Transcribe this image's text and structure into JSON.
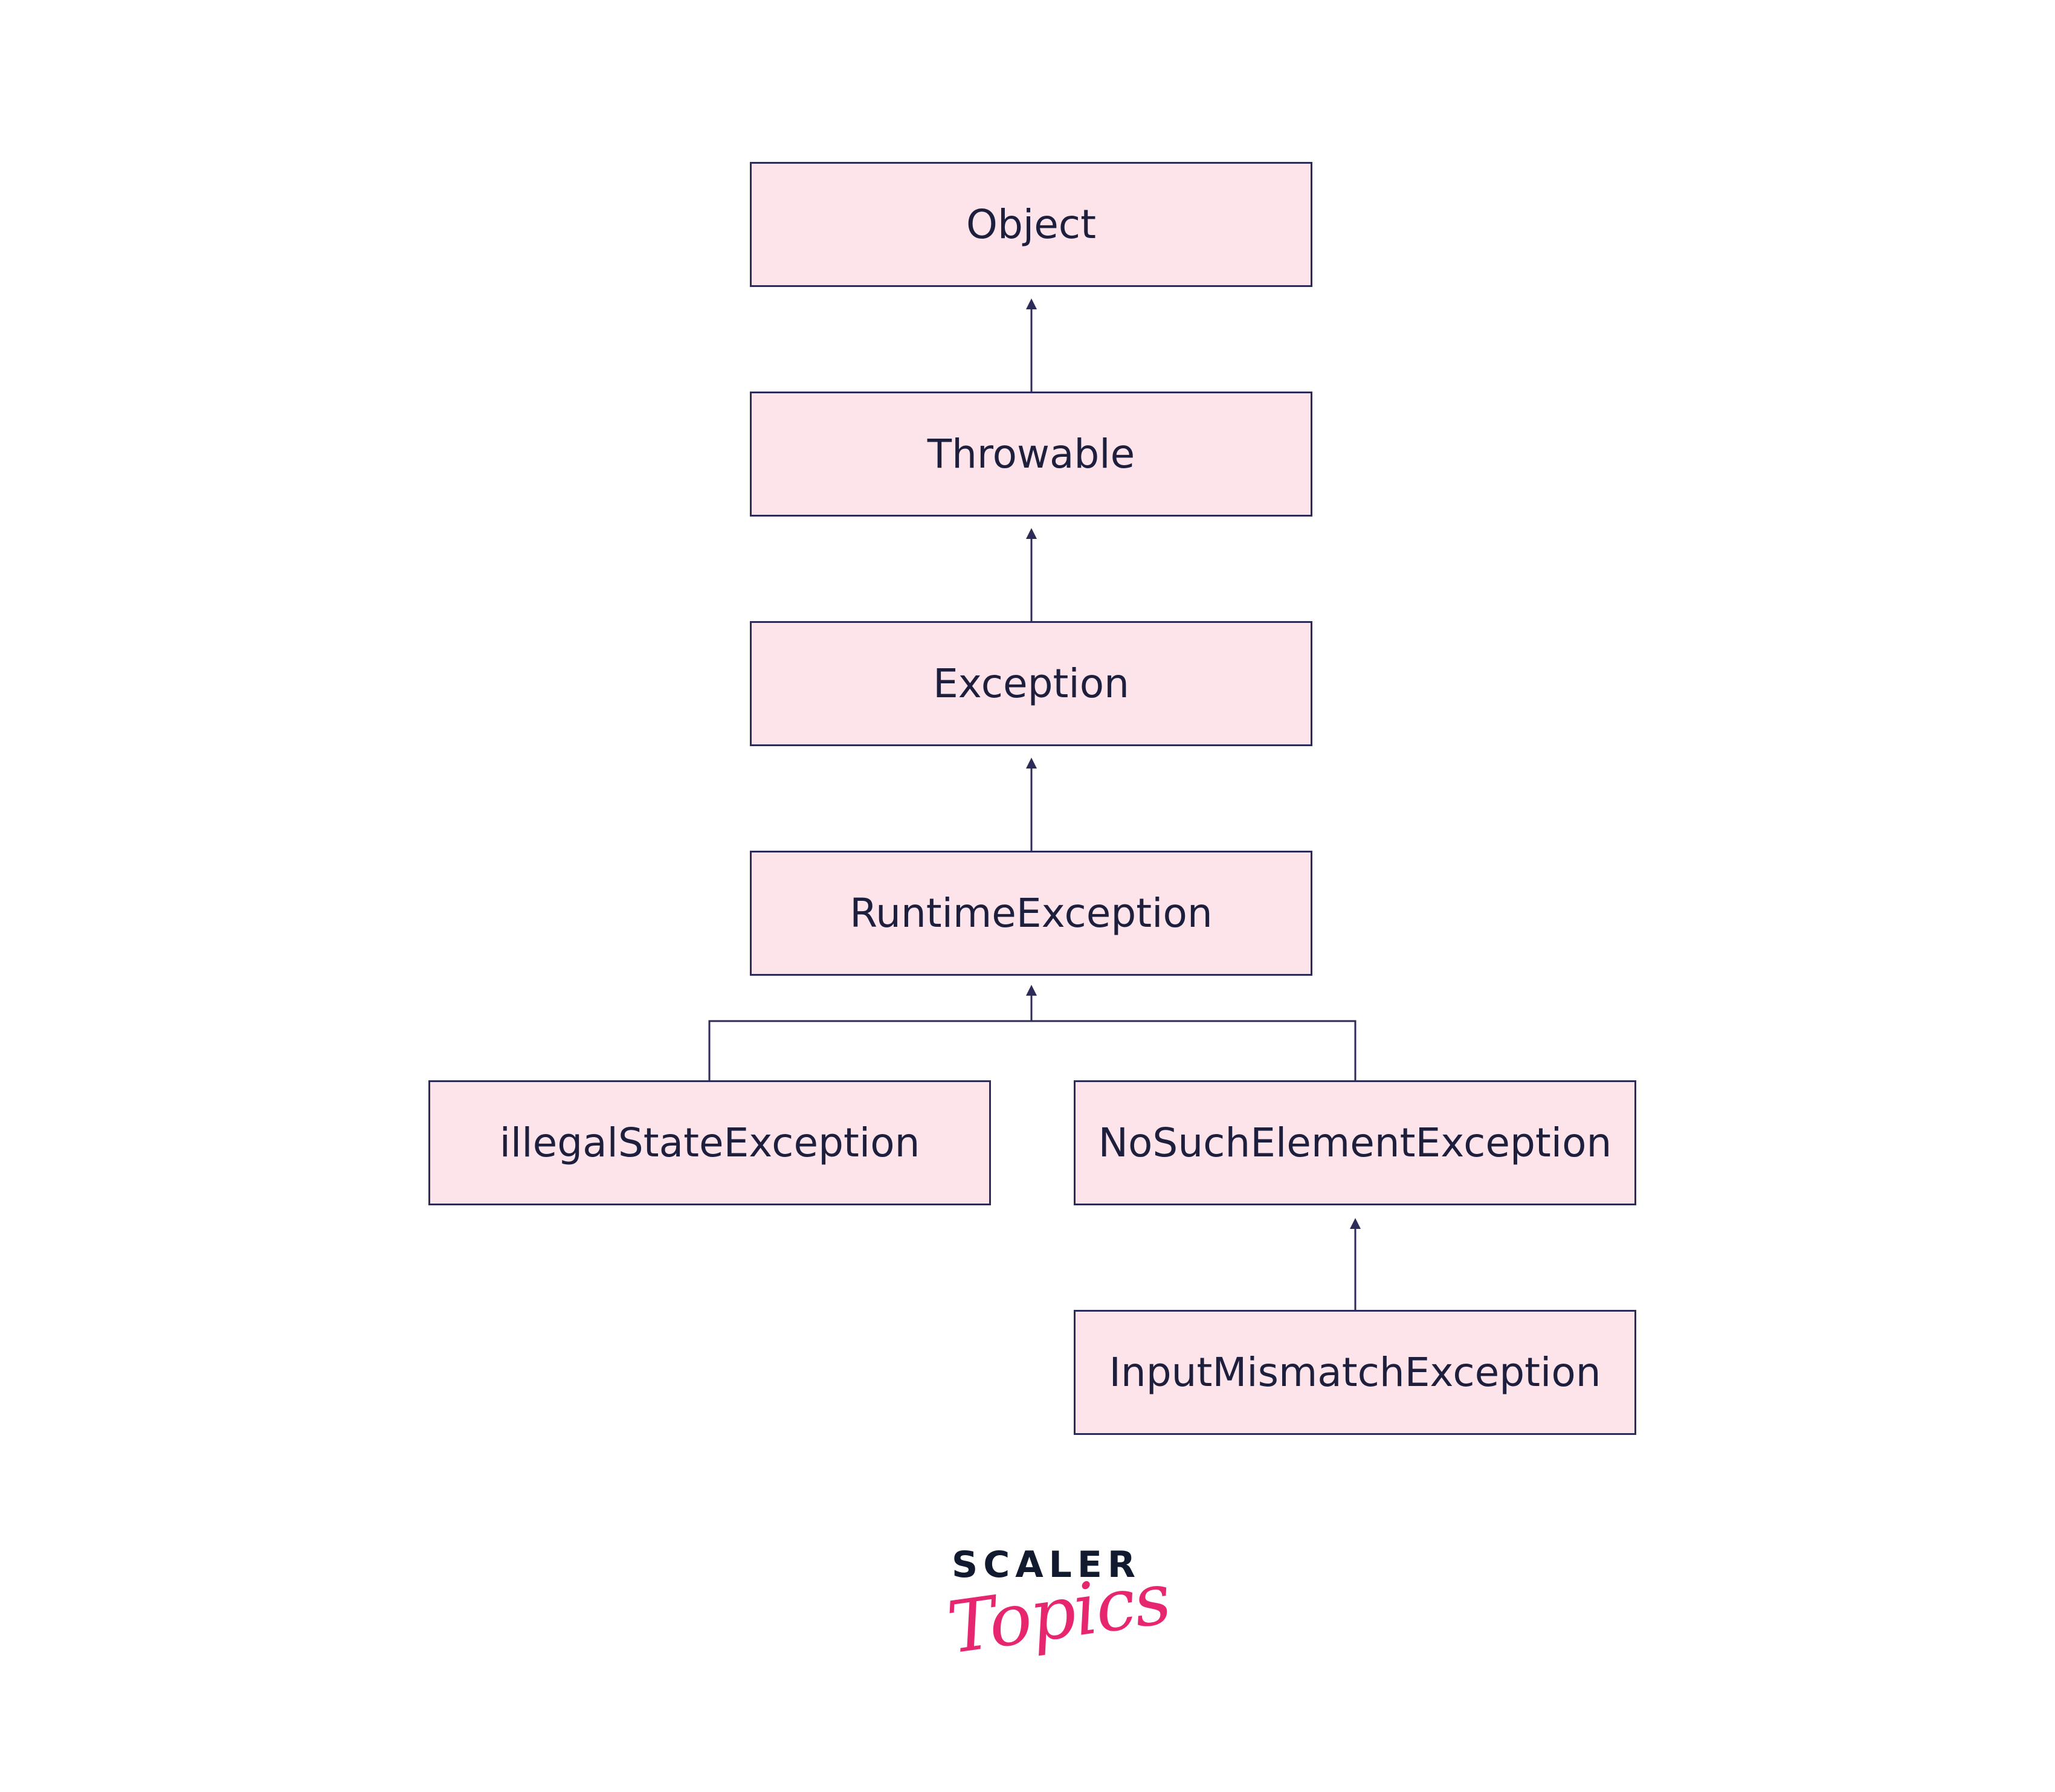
{
  "nodes": {
    "object": "Object",
    "throwable": "Throwable",
    "exception": "Exception",
    "runtime_exception": "RuntimeException",
    "illegal_state_exception": "illegalStateException",
    "no_such_element_exception": "NoSuchElementException",
    "input_mismatch_exception": "InputMismatchException"
  },
  "edges": [
    {
      "from": "Throwable",
      "to": "Object"
    },
    {
      "from": "Exception",
      "to": "Throwable"
    },
    {
      "from": "RuntimeException",
      "to": "Exception"
    },
    {
      "from": "illegalStateException",
      "to": "RuntimeException"
    },
    {
      "from": "NoSuchElementException",
      "to": "RuntimeException"
    },
    {
      "from": "InputMismatchException",
      "to": "NoSuchElementException"
    }
  ],
  "logo": {
    "brand_top": "SCALER",
    "brand_script": "Topics"
  },
  "colors": {
    "node_fill": "#fde4ea",
    "node_border": "#2d2b57",
    "text": "#1d1f3d",
    "connector": "#2d2b57",
    "logo_dark": "#111a2e",
    "logo_accent": "#e6266f"
  }
}
